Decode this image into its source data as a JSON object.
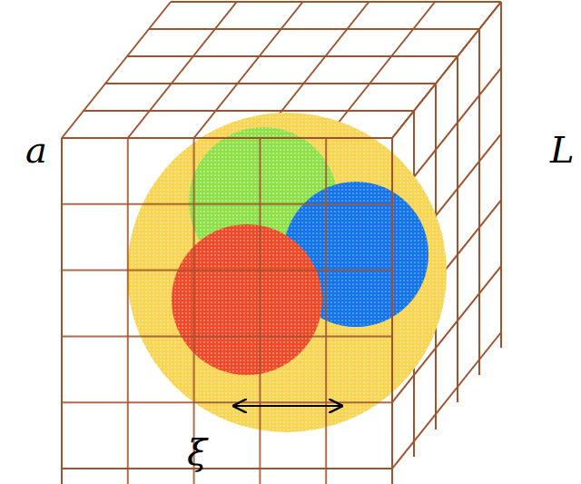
{
  "diagram": {
    "labels": [
      "a",
      "L",
      "ξ"
    ]
  }
}
